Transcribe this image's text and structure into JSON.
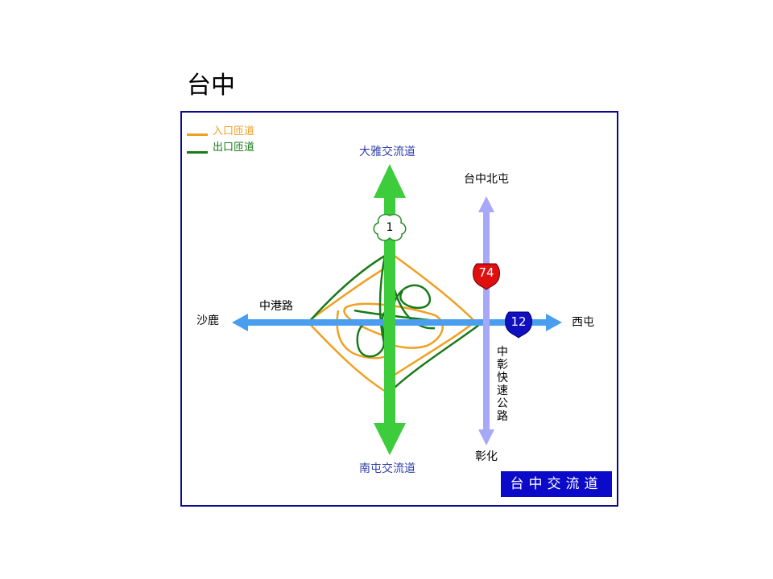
{
  "title": "台中",
  "legend": {
    "entrance": {
      "label": "入口匝道",
      "color": "#f0a020"
    },
    "exit": {
      "label": "出口匝道",
      "color": "#1a7a1a"
    }
  },
  "labels": {
    "north": "大雅交流道",
    "south": "南屯交流道",
    "west": "沙鹿",
    "east": "西屯",
    "west_road": "中港路",
    "expressway_north": "台中北屯",
    "expressway_south": "彰化",
    "expressway_name": "中彰快速公路"
  },
  "shields": {
    "freeway": "1",
    "provincial_74": "74",
    "provincial_12": "12"
  },
  "badge": "台中交流道",
  "colors": {
    "freeway": "#3ccc3c",
    "east_west_road": "#4a9ef0",
    "expressway": "#a8a8f8",
    "frame": "#0a0a8c",
    "shield_74": "#e01010",
    "shield_12": "#1010c0"
  }
}
